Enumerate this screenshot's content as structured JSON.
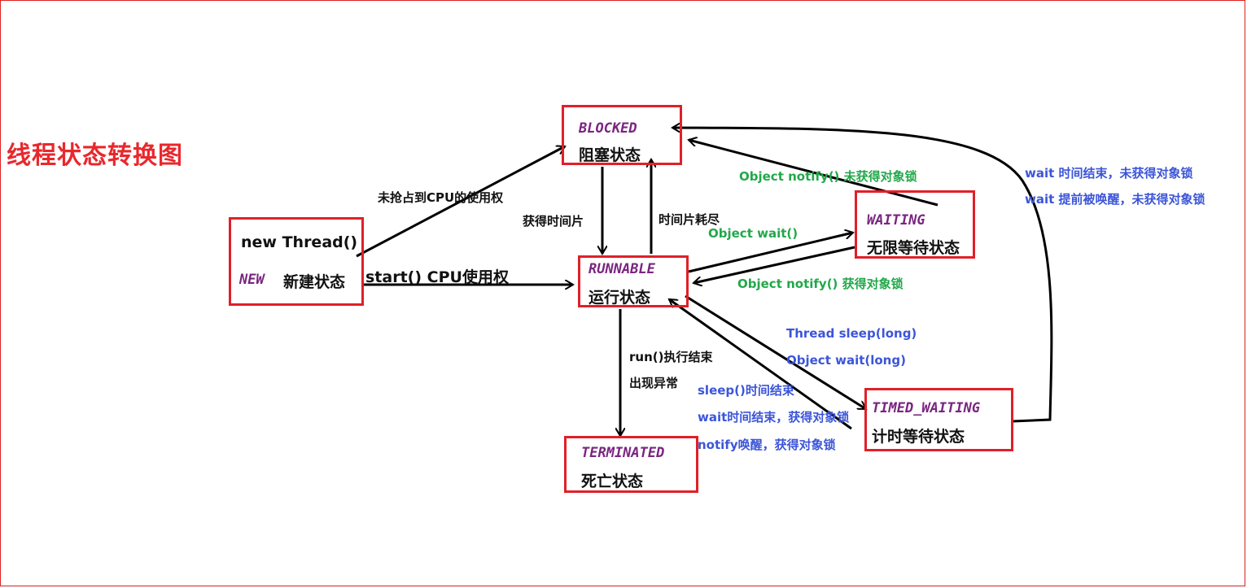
{
  "title": "线程状态转换图",
  "colors": {
    "box": "#e02028",
    "title": "#e8282d",
    "state_en": "#7a2580",
    "green_label": "#22a84a",
    "blue_label": "#3c55d8",
    "arrow": "#000000"
  },
  "states": {
    "new": {
      "code": "new Thread()",
      "en": "NEW",
      "cn": "新建状态"
    },
    "blocked": {
      "en": "BLOCKED",
      "cn": "阻塞状态"
    },
    "runnable": {
      "en": "RUNNABLE",
      "cn": "运行状态"
    },
    "waiting": {
      "en": "WAITING",
      "cn": "无限等待状态"
    },
    "timed_waiting": {
      "en": "TIMED_WAITING",
      "cn": "计时等待状态"
    },
    "terminated": {
      "en": "TERMINATED",
      "cn": "死亡状态"
    }
  },
  "labels": {
    "new_to_blocked": "未抢占到CPU的使用权",
    "new_to_runnable": "start() CPU使用权",
    "blocked_to_runnable": "获得时间片",
    "runnable_to_blocked": "时间片耗尽",
    "waiting_to_blocked": "Object notify() 未获得对象锁",
    "runnable_to_waiting": "Object  wait()",
    "waiting_to_runnable": "Object notify() 获得对象锁",
    "runnable_to_terminated_1": "run()执行结束",
    "runnable_to_terminated_2": "出现异常",
    "runnable_to_timed_1": "Thread  sleep(long)",
    "runnable_to_timed_2": "Object  wait(long)",
    "timed_to_runnable_1": "sleep()时间结束",
    "timed_to_runnable_2": "wait时间结束，获得对象锁",
    "timed_to_runnable_3": "notify唤醒，获得对象锁",
    "timed_to_blocked_1": "wait 时间结束，未获得对象锁",
    "timed_to_blocked_2": "wait 提前被唤醒，未获得对象锁"
  }
}
